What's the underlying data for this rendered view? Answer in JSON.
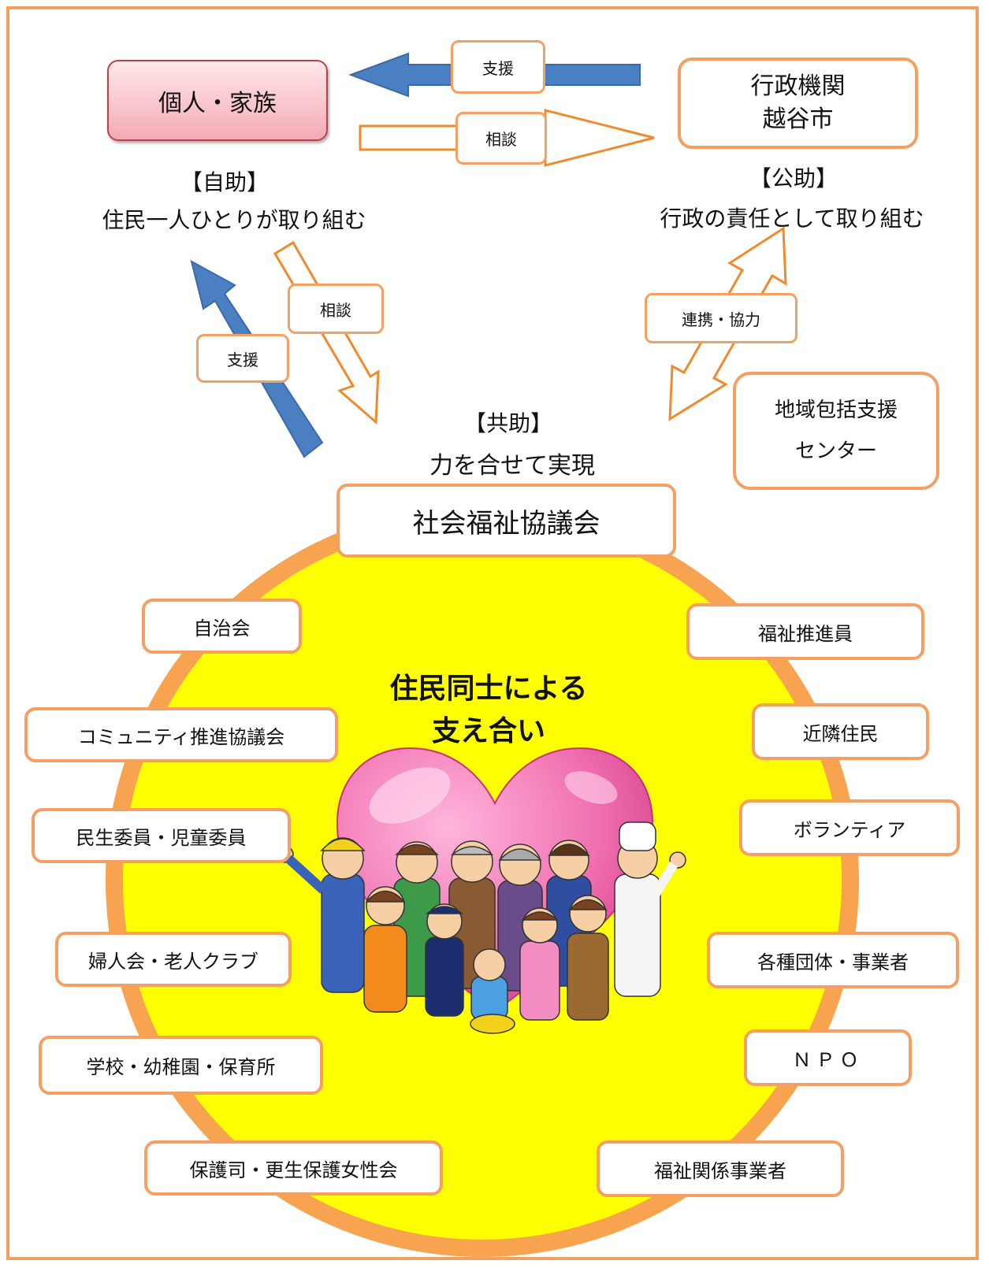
{
  "self_help": {
    "actor": "個人・家族",
    "title": "【自助】",
    "description": "住民一人ひとりが取り組む"
  },
  "public_help": {
    "actor": "行政機関\n越谷市",
    "title": "【公助】",
    "description": "行政の責任として取り組む"
  },
  "mutual_help": {
    "title": "【共助】",
    "description": "力を合せて実現",
    "hub": "社会福祉協議会",
    "center_text": "住民同士による\n支え合い"
  },
  "support_center": "地域包括支援\nセンター",
  "arrow_labels": {
    "gov_to_family": "支援",
    "family_to_gov": "相談",
    "mutual_to_family": "支援",
    "family_to_mutual": "相談",
    "cooperation": "連携・協力"
  },
  "left_members": [
    "自治会",
    "コミュニティ推進協議会",
    "民生委員・児童委員",
    "婦人会・老人クラブ",
    "学校・幼稚園・保育所",
    "保護司・更生保護女性会"
  ],
  "right_members": [
    "福祉推進員",
    "近隣住民",
    "ボランティア",
    "各種団体・事業者",
    "ＮＰＯ",
    "福祉関係事業者"
  ],
  "colors": {
    "frame": "#f0a060",
    "box_border": "#f4a063",
    "circle_fill": "#ffff00",
    "circle_ring": "#f7a350",
    "arrow_blue": "#4a7fc2",
    "arrow_orange": "#f08a2a",
    "family_box": "#f4b8c0",
    "heart": "#f06fb0"
  }
}
